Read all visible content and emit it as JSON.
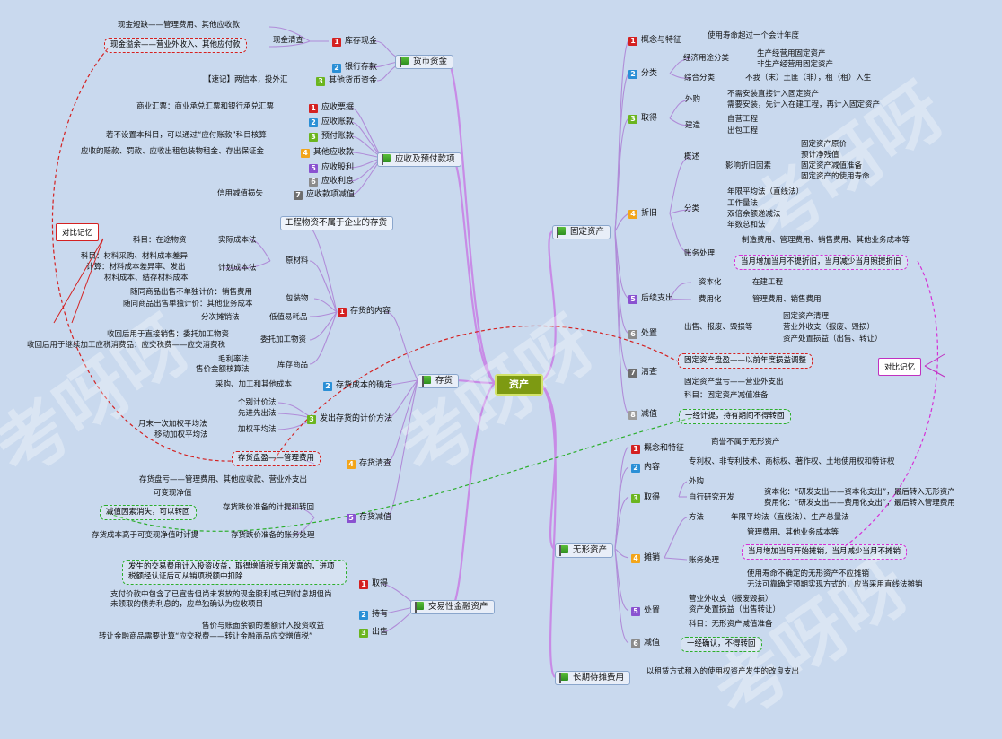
{
  "root": "资产",
  "colors": {
    "branch": "#c88be6",
    "red": "#d42121",
    "green": "#2cae2c",
    "magenta": "#d631d6",
    "background": "#c9d9ee"
  },
  "watermark": "考呀呀",
  "left": {
    "huobi": {
      "title": "货币资金",
      "kucun": "库存现金",
      "yinhang": "银行存款",
      "qita": "其他货币资金",
      "xianjin_qingcha": "现金清查",
      "duanque": "现金短缺——管理费用、其他应收款",
      "yiyu": "现金溢余——营业外收入、其他应付款",
      "suji": "【速记】两信本，投外汇"
    },
    "yingshou": {
      "title": "应收及预付款项",
      "items": [
        "应收票据",
        "应收账款",
        "预付账款",
        "其他应收款",
        "应收股利",
        "应收利息",
        "应收款项减值"
      ],
      "shangye": "商业汇票：商业承兑汇票和银行承兑汇票",
      "yufu_note": "若不设置本科目，可以通过“应付账款”科目核算",
      "qita_note": "应收的赔款、罚款、应收出租包装物租金、存出保证金",
      "jianzhi_note": "信用减值损失"
    },
    "cunhuo": {
      "title": "存货",
      "neirong": "存货的内容",
      "gongcheng": "工程物资不属于企业的存货",
      "yuancailiao": "原材料",
      "shiji": "实际成本法",
      "jihua": "计划成本法",
      "zaitu": "科目：在途物资",
      "jihua1": "科目：材料采购、材料成本差异",
      "jihua2": "计算：材料成本差异率、发出",
      "jihua3": "材料成本、结存材料成本",
      "baozhuang": "包装物",
      "bz1": "随同商品出售不单独计价：销售费用",
      "bz2": "随同商品出售单独计价：其他业务成本",
      "dizhi": "低值易耗品",
      "fenci": "分次摊销法",
      "weituo": "委托加工物资",
      "wt1": "收回后用于直接销售：委托加工物资",
      "wt2": "收回后用于继续加工应税消费品：应交税费——应交消费税",
      "kucun_sp": "库存商品",
      "maoli": "毛利率法",
      "shoujia": "售价金额核算法",
      "chengben": "存货成本的确定",
      "chengben_note": "采购、加工和其他成本",
      "jijia": "发出存货的计价方法",
      "geibie": "个别计价法",
      "xianjin": "先进先出法",
      "jiaquan": "加权平均法",
      "yuemo": "月末一次加权平均法",
      "yidong": "移动加权平均法",
      "qingcha": "存货清查",
      "panying": "存货盘盈——管理费用",
      "pankui": "存货盘亏——管理费用、其他应收款、营业外支出",
      "jianzhi": "存货减值",
      "kebian": "可变现净值",
      "jiti": "存货跌价准备的计提和转回",
      "xiaoshi": "减值因素消失，可以转回",
      "zhangwu": "存货跌价准备的账务处理",
      "gaoyu": "存货成本高于可变现净值时计提"
    },
    "jiaoyi": {
      "title": "交易性金融资产",
      "qude": "取得",
      "chiyou": "持有",
      "chushou": "出售",
      "box": "发生的交易费用计入投资收益，取得增值税专用发票的，进项税额经认证后可从销项税额中扣除",
      "guxi": "支付价款中包含了已宣告但尚未发放的现金股利或已到付息期但尚未领取的债券利息的，应单独确认为应收项目",
      "chaer": "售价与账面余额的差额计入投资收益",
      "shui": "转让金融商品需要计算“应交税费——转让金融商品应交增值税”"
    },
    "duibi": "对比记忆"
  },
  "right": {
    "guding": {
      "title": "固定资产",
      "gainian": "概念与特征",
      "gainian_note": "使用寿命超过一个会计年度",
      "fenlei": "分类",
      "jingji": "经济用途分类",
      "scjy": "生产经营用固定资产",
      "fscjy": "非生产经营用固定资产",
      "zonghe": "综合分类",
      "zonghe_note": "不我（末）土匪（非），租（租）入生",
      "qude": "取得",
      "waigou": "外购",
      "wg1": "不需安装直接计入固定资产",
      "wg2": "需要安装，先计入在建工程，再计入固定资产",
      "jianzao": "建造",
      "zijian": "自营工程",
      "chubao": "出包工程",
      "zhejiu": "折旧",
      "gaishu": "概述",
      "yingxiang": "影响折旧因素",
      "yx": [
        "固定资产原价",
        "预计净残值",
        "固定资产减值准备",
        "固定资产的使用寿命"
      ],
      "zj_fenlei": "分类",
      "ff": [
        "年限平均法（直线法）",
        "工作量法",
        "双倍余额递减法",
        "年数总和法"
      ],
      "zhangwu": "账务处理",
      "zw_note": "制造费用、管理费用、销售费用、其他业务成本等",
      "zengjia": "当月增加当月不提折旧，当月减少当月照提折旧",
      "houxu": "后续支出",
      "zibenhua": "资本化",
      "zbh_note": "在建工程",
      "feiyonghua": "费用化",
      "fyh_note": "管理费用、销售费用",
      "chuzhi": "处置",
      "chushou": "出售、报废、毁损等",
      "cz": [
        "固定资产清理",
        "营业外收支（报废、毁损）",
        "资产处置损益（出售、转让）"
      ],
      "qingcha": "清查",
      "panying": "固定资产盘盈——以前年度损益调整",
      "pankui": "固定资产盘亏——营业外支出",
      "jianzhi": "减值",
      "jz_kemu": "科目：固定资产减值准备",
      "jz_box": "一经计提，持有期间不得转回"
    },
    "wuxing": {
      "title": "无形资产",
      "gainian": "概念和特征",
      "shangyu": "商誉不属于无形资产",
      "neirong": "内容",
      "nr_note": "专利权、非专利技术、商标权、著作权、土地使用权和特许权",
      "qude": "取得",
      "waigou": "外购",
      "zixing": "自行研究开发",
      "zbh": "资本化：“研发支出——资本化支出”，最后转入无形资产",
      "fyh": "费用化：“研发支出——费用化支出”，最后转入管理费用",
      "tanxiao": "摊销",
      "fangfa": "方法",
      "fangfa_note": "年限平均法（直线法）、生产总量法",
      "zhangwu": "账务处理",
      "zw1": "管理费用、其他业务成本等",
      "dangyue": "当月增加当月开始摊销，当月减少当月不摊销",
      "buque": "使用寿命不确定的无形资产不应摊销",
      "wufa": "无法可靠确定预期实现方式的，应当采用直线法摊销",
      "chuzhi": "处置",
      "cz1": "营业外收支（报废毁损）",
      "cz2": "资产处置损益（出售转让）",
      "jianzhi": "减值",
      "jz_kemu": "科目：无形资产减值准备",
      "jz_box": "一经确认，不得转回"
    },
    "changqi": {
      "title": "长期待摊费用",
      "note": "以租赁方式租入的使用权资产发生的改良支出"
    },
    "duibi": "对比记忆"
  }
}
